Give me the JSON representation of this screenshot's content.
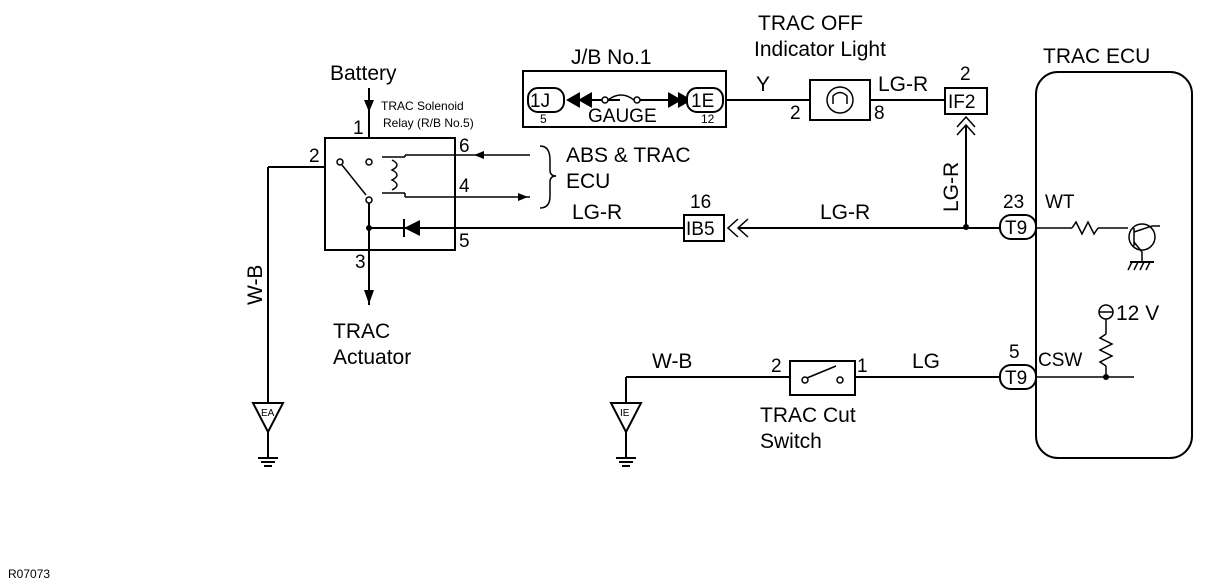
{
  "battery_label": "Battery",
  "relay": {
    "name_line1": "TRAC Solenoid",
    "name_line2": "Relay (R/B No.5)",
    "pin1": "1",
    "pin2": "2",
    "pin3": "3",
    "pin4": "4",
    "pin5": "5",
    "pin6": "6"
  },
  "abs_trac_ecu": {
    "line1": "ABS & TRAC",
    "line2": "ECU"
  },
  "actuator": {
    "line1": "TRAC",
    "line2": "Actuator"
  },
  "junction_block": {
    "title": "J/B No.1",
    "left_connector": "1J",
    "left_pin": "5",
    "fuse_label": "GAUGE",
    "right_connector": "1E",
    "right_pin": "12"
  },
  "indicator": {
    "line1": "TRAC OFF",
    "line2": "Indicator Light",
    "pin_in": "2",
    "pin_out": "8"
  },
  "wires": {
    "y": "Y",
    "lg_r_top": "LG-R",
    "lg_r_vertical": "LG-R",
    "lg_r_mid": "LG-R",
    "lg_r_relay": "LG-R",
    "w_b_left": "W-B",
    "w_b_bottom": "W-B",
    "lg": "LG"
  },
  "connectors": {
    "if2": {
      "code": "IF2",
      "pin": "2"
    },
    "ib5": {
      "code": "IB5",
      "pin": "16"
    },
    "t9_wt": {
      "code": "T9",
      "pin": "23",
      "signal": "WT"
    },
    "t9_csw": {
      "code": "T9",
      "pin": "5",
      "signal": "CSW"
    }
  },
  "ecu": {
    "title": "TRAC ECU",
    "voltage": "12 V"
  },
  "cut_switch": {
    "line1": "TRAC Cut",
    "line2": "Switch",
    "pin_left": "2",
    "pin_right": "1"
  },
  "grounds": {
    "left": "EA",
    "right": "IE"
  },
  "figure_code": "R07073"
}
